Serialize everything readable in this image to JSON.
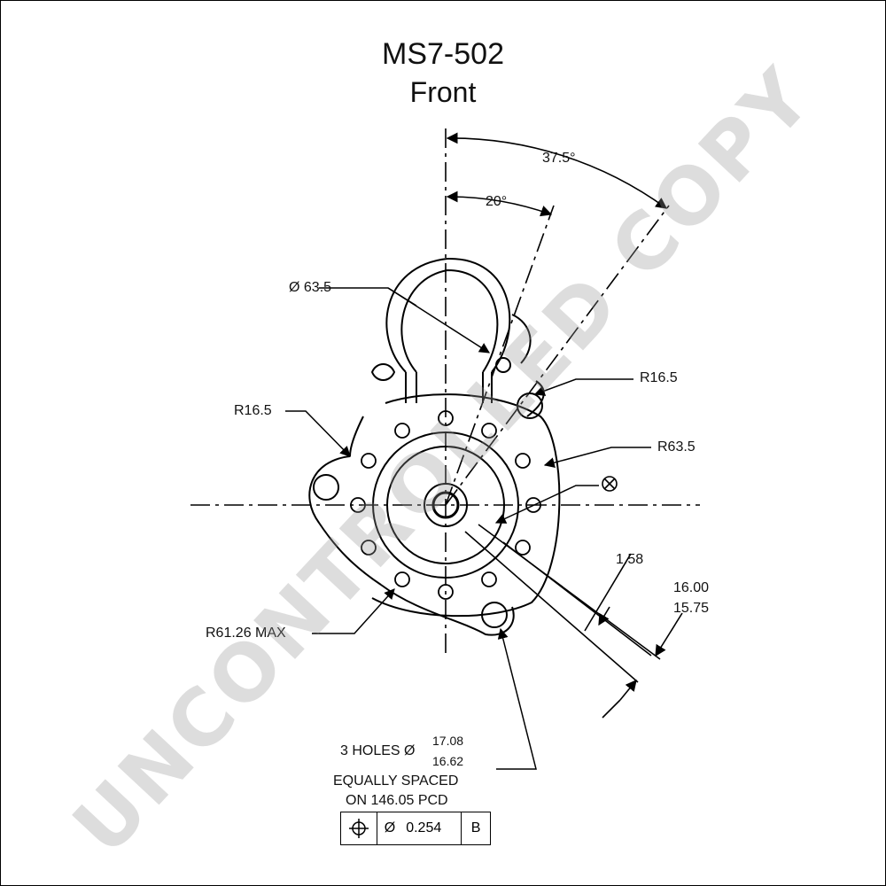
{
  "title": "MS7-502",
  "subtitle": "Front",
  "watermark": "UNCONTROLLED COPY",
  "dimensions": {
    "angle_outer": "37.5°",
    "angle_inner": "20°",
    "dia_solenoid": "Ø 63.5",
    "r_top_right": "R16.5",
    "r_left": "R16.5",
    "r_body": "R63.5",
    "r_max": "R61.26 MAX",
    "pilot_upper": "1.58",
    "pilot_a": "16.00",
    "pilot_b": "15.75"
  },
  "holes_note": {
    "line1_prefix": "3 HOLES Ø",
    "tol_upper": "17.08",
    "tol_lower": "16.62",
    "line2": "EQUALLY SPACED",
    "line3": "ON 146.05 PCD"
  },
  "fcf": {
    "symbol": "position-symbol",
    "diameter": "Ø",
    "tolerance": "0.254",
    "datum": "B"
  }
}
